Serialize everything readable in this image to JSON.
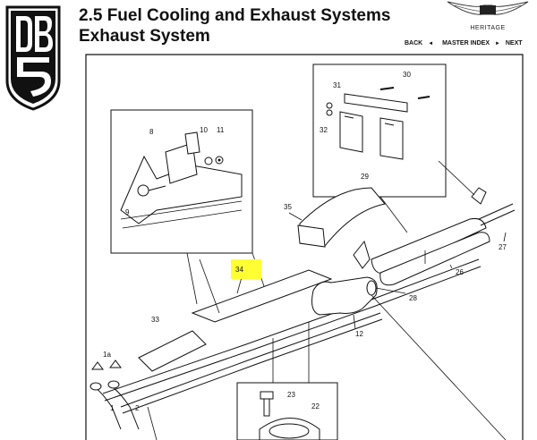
{
  "logo": {
    "text": "DB5"
  },
  "header": {
    "line1": "2.5 Fuel Cooling and Exhaust Systems",
    "line2": "Exhaust System"
  },
  "brand": {
    "sub": "HERITAGE"
  },
  "nav": {
    "back": "BACK",
    "master": "MASTER INDEX",
    "next": "NEXT"
  },
  "parts": {
    "p1": "1",
    "p1a": "1a",
    "p2": "2",
    "p8": "8",
    "p9": "9",
    "p10": "10",
    "p11": "11",
    "p12": "12",
    "p22": "22",
    "p23": "23",
    "p26": "26",
    "p27": "27",
    "p28": "28",
    "p29": "29",
    "p30": "30",
    "p31": "31",
    "p32": "32",
    "p33": "33",
    "p34": "34",
    "p35": "35"
  },
  "colors": {
    "highlight": "#ffff33",
    "ink": "#111111"
  }
}
